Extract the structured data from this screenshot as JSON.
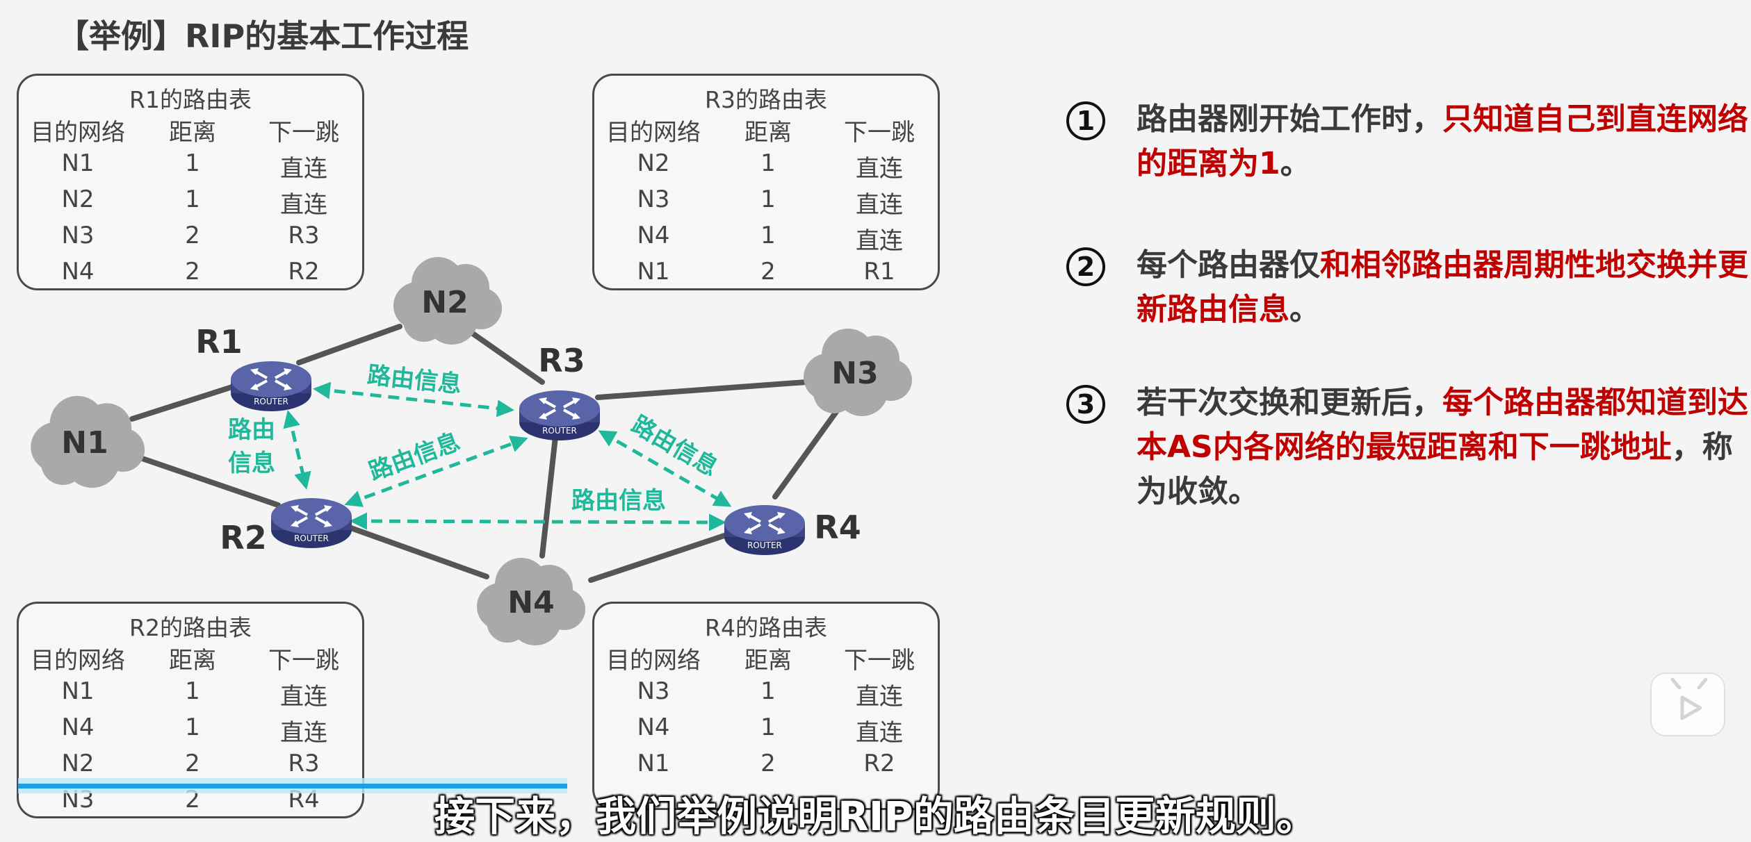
{
  "title": "【举例】RIP的基本工作过程",
  "tables": [
    {
      "id": "r1",
      "title": "R1的路由表",
      "headers": [
        "目的网络",
        "距离",
        "下一跳"
      ],
      "rows": [
        [
          "N1",
          "1",
          "直连"
        ],
        [
          "N2",
          "1",
          "直连"
        ],
        [
          "N3",
          "2",
          "R3"
        ],
        [
          "N4",
          "2",
          "R2"
        ]
      ]
    },
    {
      "id": "r3",
      "title": "R3的路由表",
      "headers": [
        "目的网络",
        "距离",
        "下一跳"
      ],
      "rows": [
        [
          "N2",
          "1",
          "直连"
        ],
        [
          "N3",
          "1",
          "直连"
        ],
        [
          "N4",
          "1",
          "直连"
        ],
        [
          "N1",
          "2",
          "R1"
        ]
      ]
    },
    {
      "id": "r2",
      "title": "R2的路由表",
      "headers": [
        "目的网络",
        "距离",
        "下一跳"
      ],
      "rows": [
        [
          "N1",
          "1",
          "直连"
        ],
        [
          "N4",
          "1",
          "直连"
        ],
        [
          "N2",
          "2",
          "R3"
        ],
        [
          "N3",
          "2",
          "R4"
        ]
      ]
    },
    {
      "id": "r4",
      "title": "R4的路由表",
      "headers": [
        "目的网络",
        "距离",
        "下一跳"
      ],
      "rows": [
        [
          "N3",
          "1",
          "直连"
        ],
        [
          "N4",
          "1",
          "直连"
        ],
        [
          "N1",
          "2",
          "R2"
        ]
      ]
    }
  ],
  "diagram": {
    "routers": [
      "R1",
      "R2",
      "R3",
      "R4"
    ],
    "router_badge": "ROUTER",
    "networks": [
      "N1",
      "N2",
      "N3",
      "N4"
    ],
    "message_label": "路由信息",
    "message_label_split": [
      "路由",
      "信息"
    ]
  },
  "steps": [
    {
      "num": "1",
      "plain": "路由器刚开始工作时，",
      "highlight": "只知道自己到直连网络的距离为1",
      "tail": "。"
    },
    {
      "num": "2",
      "plain": "每个路由器仅",
      "highlight": "和相邻路由器周期性地交换并更新路由信息",
      "tail": "。"
    },
    {
      "num": "3",
      "plain": "若干次交换和更新后，",
      "highlight": "每个路由器都知道到达本AS内各网络的最短距离和下一跳地址",
      "tail": "，称为收敛。"
    }
  ],
  "subtitle": "接下来，我们举例说明RIP的路由条目更新规则。",
  "colors": {
    "accent_red": "#c00000",
    "message_teal": "#20b89a",
    "router_blue": "#4a5490",
    "cloud_gray": "#a9a9a9",
    "progress_blue": "#1ea0e0"
  }
}
